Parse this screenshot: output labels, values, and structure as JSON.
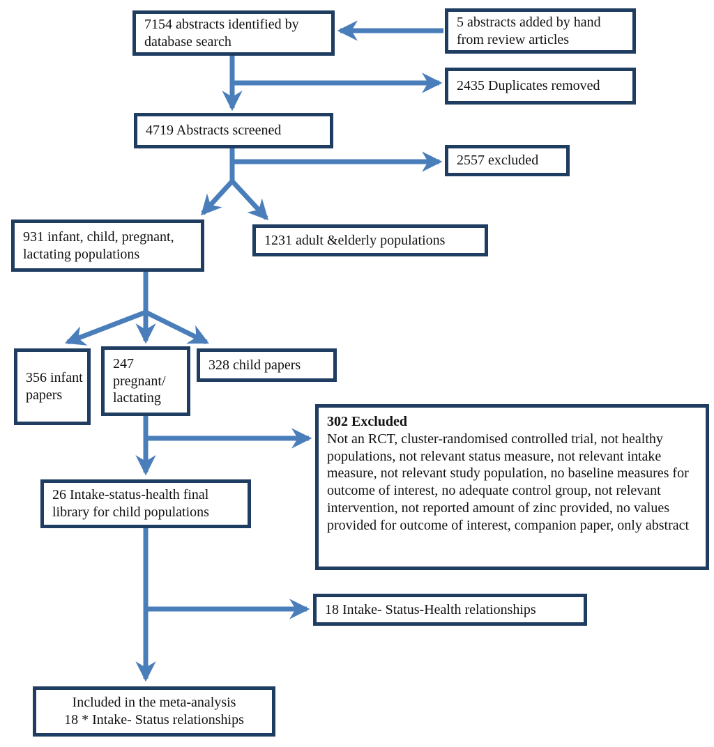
{
  "diagram": {
    "type": "flowchart",
    "colors": {
      "box_border": "#1f3c61",
      "arrow": "#4a7ebb",
      "text": "#121212"
    },
    "nodes": {
      "identified": {
        "text": "7154 abstracts identified by database search"
      },
      "hand_added": {
        "text": "5 abstracts added by hand from review articles"
      },
      "duplicates_removed": {
        "text": "2435 Duplicates removed"
      },
      "abstracts_screened": {
        "text": "4719 Abstracts screened"
      },
      "excluded_screening": {
        "text": "2557 excluded"
      },
      "infant_child_pregnant": {
        "text": "931 infant, child, pregnant, lactating populations"
      },
      "adult_elderly": {
        "text": "1231 adult &elderly populations"
      },
      "infant_papers": {
        "text": "356 infant papers"
      },
      "pregnant_lactating": {
        "text": "247 pregnant/ lactating"
      },
      "child_papers": {
        "text": "328 child papers"
      },
      "excluded_detail": {
        "title": "302 Excluded",
        "body": "Not an RCT, cluster-randomised controlled trial, not healthy populations, not relevant status measure, not relevant intake measure, not relevant study population, no baseline measures for outcome of interest, no adequate control group, not relevant intervention, not reported amount of zinc provided, no values provided for outcome of interest, companion paper, only abstract"
      },
      "final_library": {
        "text": "26 Intake-status-health final library for child populations"
      },
      "relationships": {
        "text": "18 Intake- Status-Health relationships"
      },
      "meta_analysis": {
        "line1": "Included in the meta-analysis",
        "line2": "18 * Intake- Status relationships"
      }
    },
    "edges": [
      {
        "from": "hand_added",
        "to": "identified"
      },
      {
        "from": "identified",
        "to": "duplicates_removed"
      },
      {
        "from": "identified",
        "to": "abstracts_screened"
      },
      {
        "from": "abstracts_screened",
        "to": "excluded_screening"
      },
      {
        "from": "abstracts_screened",
        "to": "infant_child_pregnant"
      },
      {
        "from": "abstracts_screened",
        "to": "adult_elderly"
      },
      {
        "from": "infant_child_pregnant",
        "to": "infant_papers"
      },
      {
        "from": "infant_child_pregnant",
        "to": "pregnant_lactating"
      },
      {
        "from": "infant_child_pregnant",
        "to": "child_papers"
      },
      {
        "from": "pregnant_lactating",
        "to": "excluded_detail"
      },
      {
        "from": "pregnant_lactating",
        "to": "final_library"
      },
      {
        "from": "final_library",
        "to": "relationships"
      },
      {
        "from": "final_library",
        "to": "meta_analysis"
      }
    ]
  }
}
